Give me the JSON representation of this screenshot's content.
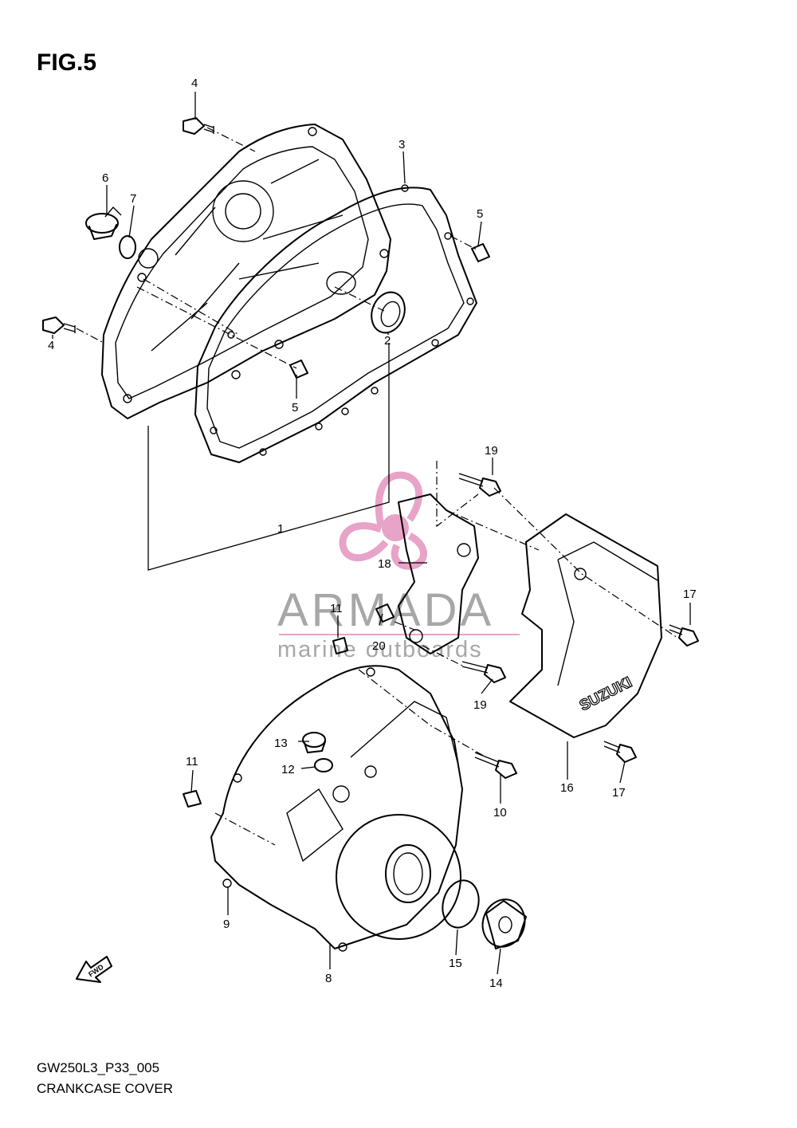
{
  "figure": {
    "title": "FIG.5",
    "code": "GW250L3_P33_005",
    "name": "CRANKCASE COVER"
  },
  "watermark": {
    "brand": "ARMADA",
    "tagline": "marine outboards",
    "pink": "#e8a3c8",
    "gray": "#a7a7a7"
  },
  "cover_logo": "SUZUKI",
  "fwd_arrow": "FWD",
  "callouts": [
    {
      "id": "c1",
      "label": "1"
    },
    {
      "id": "c2",
      "label": "2"
    },
    {
      "id": "c3",
      "label": "3"
    },
    {
      "id": "c4a",
      "label": "4"
    },
    {
      "id": "c4b",
      "label": "4"
    },
    {
      "id": "c5a",
      "label": "5"
    },
    {
      "id": "c5b",
      "label": "5"
    },
    {
      "id": "c6",
      "label": "6"
    },
    {
      "id": "c7",
      "label": "7"
    },
    {
      "id": "c8",
      "label": "8"
    },
    {
      "id": "c9",
      "label": "9"
    },
    {
      "id": "c10",
      "label": "10"
    },
    {
      "id": "c11a",
      "label": "11"
    },
    {
      "id": "c11b",
      "label": "11"
    },
    {
      "id": "c12",
      "label": "12"
    },
    {
      "id": "c13",
      "label": "13"
    },
    {
      "id": "c14",
      "label": "14"
    },
    {
      "id": "c15",
      "label": "15"
    },
    {
      "id": "c16",
      "label": "16"
    },
    {
      "id": "c17a",
      "label": "17"
    },
    {
      "id": "c17b",
      "label": "17"
    },
    {
      "id": "c18",
      "label": "18"
    },
    {
      "id": "c19a",
      "label": "19"
    },
    {
      "id": "c19b",
      "label": "19"
    },
    {
      "id": "c20",
      "label": "20"
    }
  ]
}
